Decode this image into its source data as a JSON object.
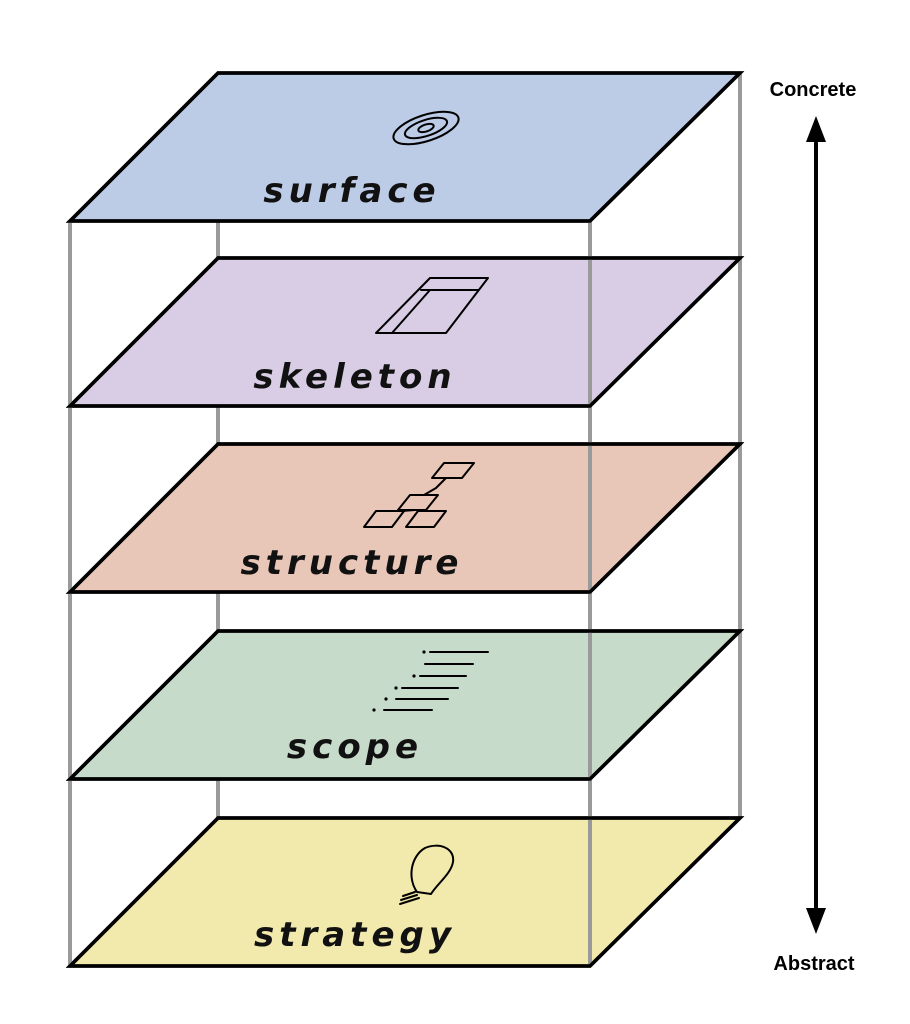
{
  "axis": {
    "top_label": "Concrete",
    "bottom_label": "Abstract"
  },
  "planes": [
    {
      "label": "surface",
      "color": "#bccbe6",
      "icon": "visual-design-icon"
    },
    {
      "label": "skeleton",
      "color": "#d8cde4",
      "icon": "interface-layout-icon"
    },
    {
      "label": "structure",
      "color": "#e8c6b8",
      "icon": "site-map-icon"
    },
    {
      "label": "scope",
      "color": "#c6dbc9",
      "icon": "feature-list-icon"
    },
    {
      "label": "strategy",
      "color": "#f2e9ac",
      "icon": "lightbulb-icon"
    }
  ],
  "colors": {
    "frame_post": "#9a9a9a",
    "outline": "#000000"
  }
}
